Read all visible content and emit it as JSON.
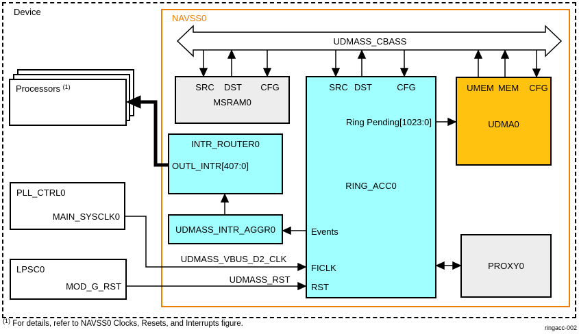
{
  "device": {
    "title": "Device"
  },
  "navss": {
    "title": "NAVSS0"
  },
  "cbass": {
    "label": "UDMASS_CBASS"
  },
  "processors": {
    "label": "Processors",
    "sup": "(1)"
  },
  "msram": {
    "label": "MSRAM0",
    "ports": {
      "src": "SRC",
      "dst": "DST",
      "cfg": "CFG"
    }
  },
  "ring_acc": {
    "label": "RING_ACC0",
    "ports": {
      "src": "SRC",
      "dst": "DST",
      "cfg": "CFG"
    },
    "ring_pending": "Ring Pending[1023:0]",
    "events": "Events",
    "ficlk": "FICLK",
    "rst": "RST"
  },
  "udma": {
    "label": "UDMA0",
    "ports": {
      "umem": "UMEM",
      "mem": "MEM",
      "cfg": "CFG"
    }
  },
  "proxy": {
    "label": "PROXY0"
  },
  "intr_router": {
    "label": "INTR_ROUTER0",
    "out_port": "OUTL_INTR[407:0]"
  },
  "intr_aggr": {
    "label": "UDMASS_INTR_AGGR0"
  },
  "pll": {
    "label": "PLL_CTRL0",
    "signal": "MAIN_SYSCLK0"
  },
  "lpsc": {
    "label": "LPSC0",
    "signal": "MOD_G_RST"
  },
  "wires": {
    "clk": "UDMASS_VBUS_D2_CLK",
    "rst": "UDMASS_RST"
  },
  "footnote": {
    "sup": "(1)",
    "text": "For details, refer to NAVSS0 Clocks, Resets, and Interrupts figure."
  },
  "figure_id": "ringacc-002",
  "colors": {
    "orange": "#F07C00",
    "cyan": "#A0FFFF",
    "gold": "#FFC20E",
    "gray": "#EDEDED"
  }
}
